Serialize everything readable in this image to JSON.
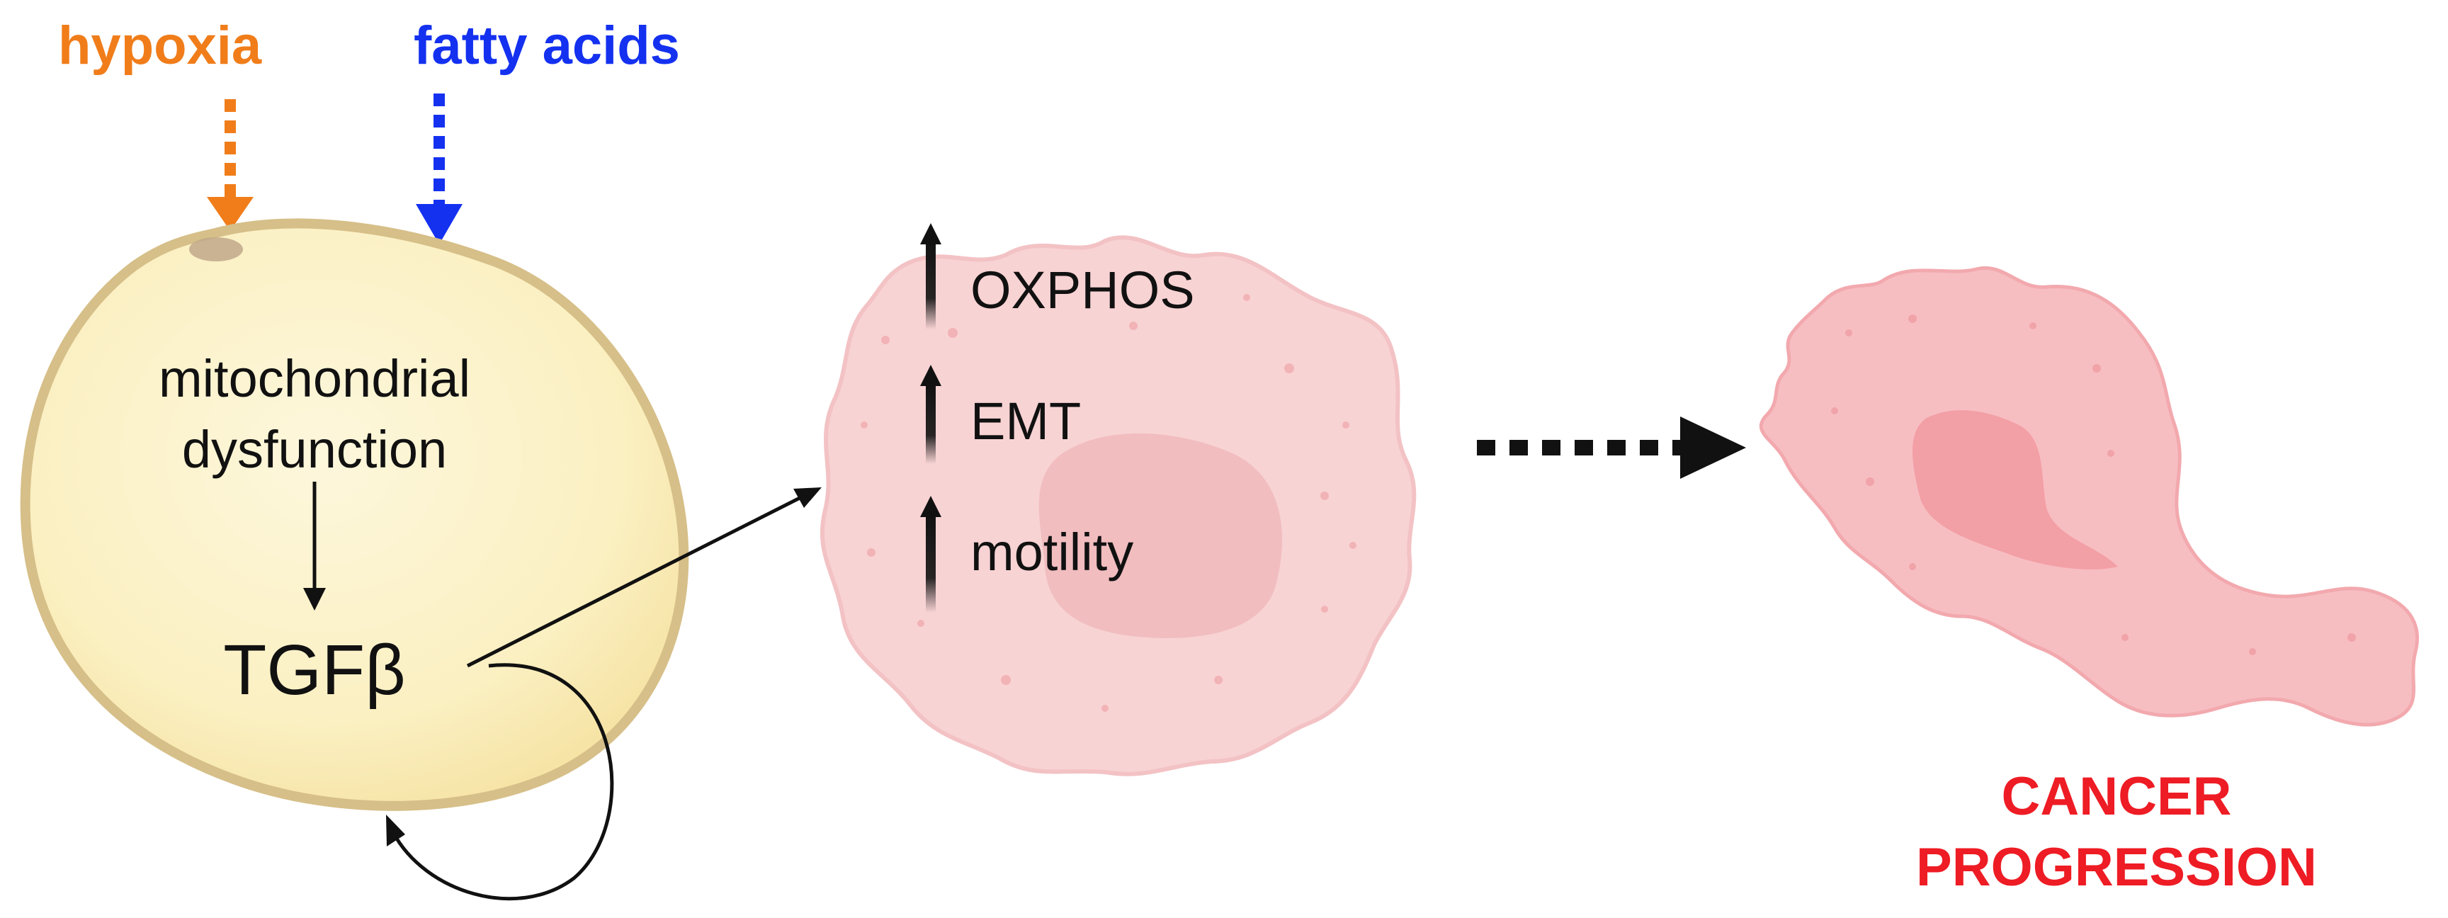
{
  "inputs": {
    "hypoxia": "hypoxia",
    "fatty_acids": "fatty acids"
  },
  "adipocyte": {
    "line1": "mitochondrial",
    "line2": "dysfunction",
    "tgfb": "TGFβ"
  },
  "cancer_cell": {
    "markers": [
      "OXPHOS",
      "EMT",
      "motility"
    ]
  },
  "outcome": {
    "line1": "CANCER",
    "line2": "PROGRESSION"
  },
  "colors": {
    "hypoxia": "#f07d1a",
    "fatty_acids": "#1431f0",
    "outcome": "#ee1c24",
    "adipocyte_fill": "#fbf1c6",
    "adipocyte_edge": "#d8c28c",
    "cell_fill": "#f8d3d4",
    "cell_nucleus": "#f0b4b7",
    "invasive_fill": "#f7babe",
    "invasive_nucleus": "#f19aa0",
    "ink": "#111111"
  }
}
